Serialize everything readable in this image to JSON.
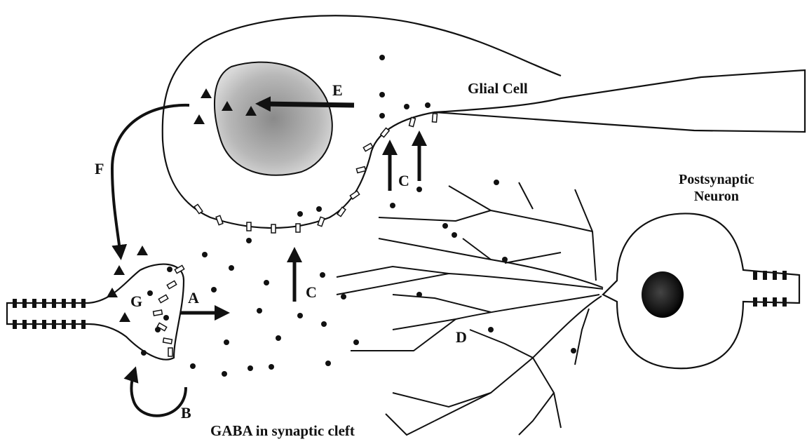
{
  "labels": {
    "glial_cell": "Glial Cell",
    "postsynaptic_line1": "Postsynaptic",
    "postsynaptic_line2": "Neuron",
    "gaba_cleft": "GABA in synaptic cleft"
  },
  "pathway_letters": {
    "a": "A",
    "b": "B",
    "c_glial": "C",
    "c_cleft": "C",
    "d": "D",
    "e": "E",
    "f": "F",
    "g": "G"
  },
  "legend_symbols": {
    "gaba_molecule": "dot",
    "glutamine_or_precursor": "triangle",
    "transporter": "small-rectangle"
  },
  "colors": {
    "ink": "#111111",
    "nucleus_glial": "#9a9a9a",
    "nucleus_post": "#1a1a1a",
    "background": "#ffffff"
  }
}
